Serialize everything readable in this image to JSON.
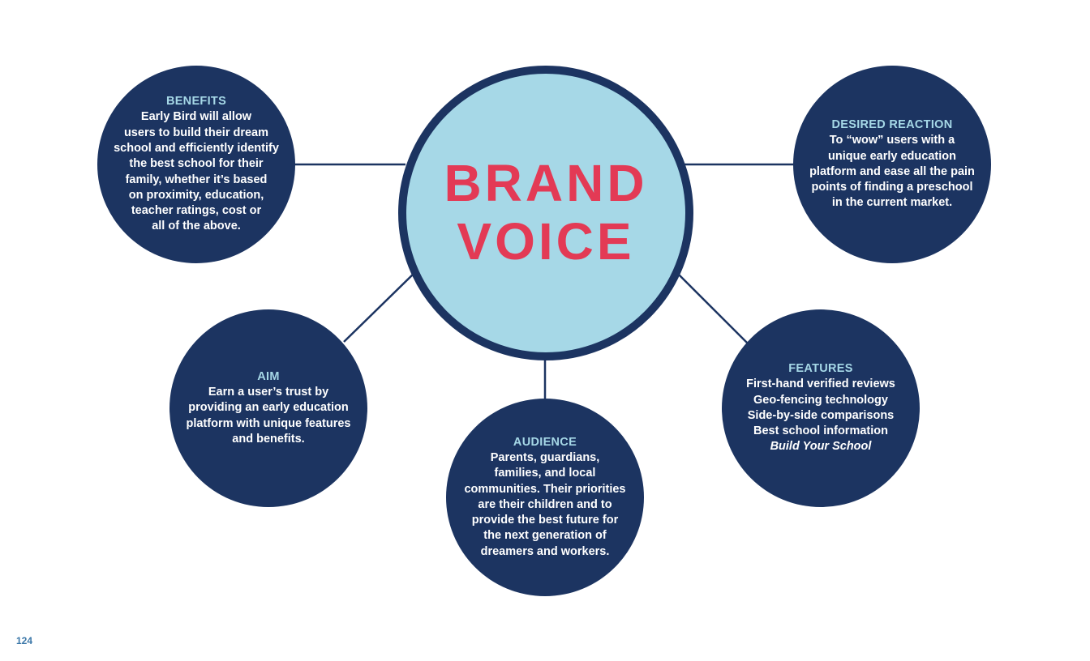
{
  "center": {
    "lines": [
      "BRAND",
      "VOICE"
    ]
  },
  "nodes": {
    "benefits": {
      "title": "BENEFITS",
      "lines": [
        "Early Bird will allow",
        "users to build their dream",
        "school and efficiently identify",
        "the best school for their",
        "family, whether it’s based",
        "on proximity, education,",
        "teacher ratings, cost or",
        "all of the above."
      ]
    },
    "desired_reaction": {
      "title": "DESIRED REACTION",
      "lines": [
        "To “wow” users with a",
        "unique early education",
        "platform and ease all the pain",
        "points of finding a preschool",
        "in the current market."
      ]
    },
    "aim": {
      "title": "AIM",
      "lines": [
        "Earn a user’s trust by",
        "providing an early education",
        "platform with unique features",
        "and benefits."
      ]
    },
    "audience": {
      "title": "AUDIENCE",
      "lines": [
        "Parents, guardians,",
        "families, and local",
        "communities. Their priorities",
        "are their children and to",
        "provide the best future for",
        "the next generation of",
        "dreamers and workers."
      ]
    },
    "features": {
      "title": "FEATURES",
      "lines": [
        "First-hand verified reviews",
        "Geo-fencing technology",
        "Side-by-side comparisons",
        "Best school information",
        "Build Your School"
      ]
    }
  },
  "page_number": "124",
  "colors": {
    "navy": "#1c3461",
    "light_blue": "#a6d8e7",
    "brand_red": "#e33a55",
    "page_number_blue": "#3b77a8"
  }
}
